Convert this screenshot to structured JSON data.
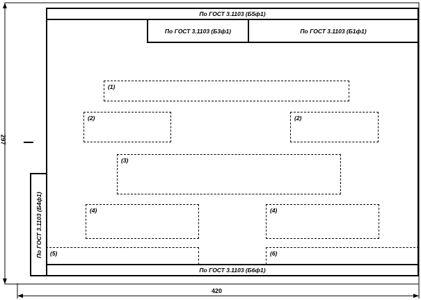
{
  "frame": {
    "top_title": "По ГОСТ 3.1103 (Б5ф1)",
    "mid_left_title": "По ГОСТ 3.1103 (Б3ф1)",
    "mid_right_title": "По ГОСТ 3.1103 (Б1ф1)",
    "bottom_title": "По ГОСТ 3.1103 (Б6ф1)",
    "side_title": "По ГОСТ 3.1103 (Б4ф1)"
  },
  "zones": [
    {
      "label": "(1)"
    },
    {
      "label": "(2)"
    },
    {
      "label": "(2)"
    },
    {
      "label": "(3)"
    },
    {
      "label": "(4)"
    },
    {
      "label": "(4)"
    },
    {
      "label": "(5)"
    },
    {
      "label": "(6)"
    }
  ],
  "dimensions": {
    "height_label": "297",
    "width_label": "420"
  }
}
